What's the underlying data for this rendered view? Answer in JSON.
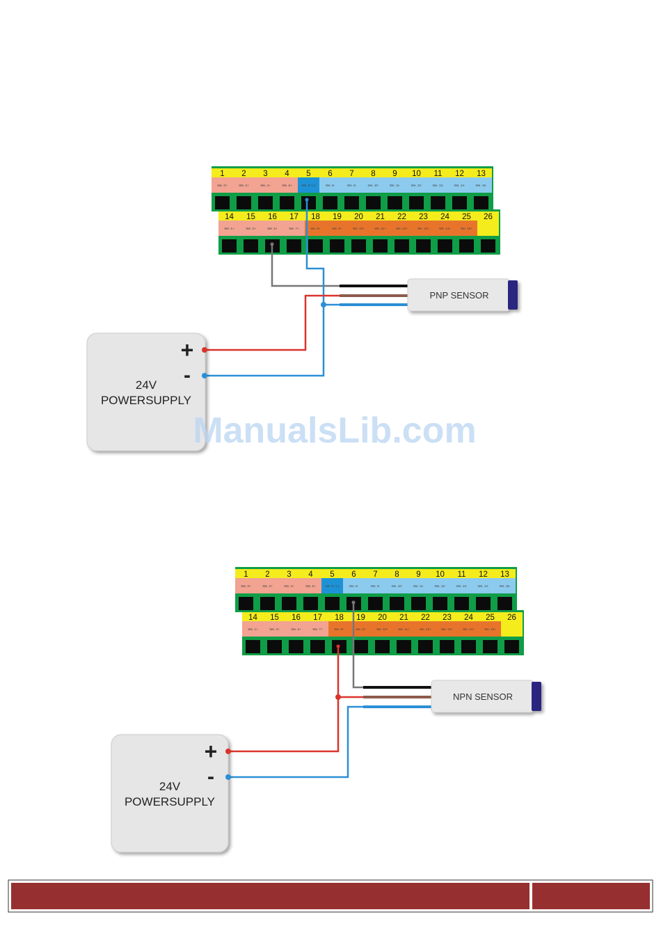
{
  "diagrams": [
    {
      "sensor_label": "PNP SENSOR",
      "psu_line1": "24V",
      "psu_line2": "POWERSUPPLY",
      "plus_sign": "+",
      "minus_sign": "-"
    },
    {
      "sensor_label": "NPN SENSOR",
      "psu_line1": "24V",
      "psu_line2": "POWERSUPPLY",
      "plus_sign": "+",
      "minus_sign": "-"
    }
  ],
  "terminal_block": {
    "top_row": [
      {
        "num": "1",
        "label": "We. 0+",
        "color": "pink"
      },
      {
        "num": "2",
        "label": "We. 2+",
        "color": "pink"
      },
      {
        "num": "3",
        "label": "We. 4+",
        "color": "pink"
      },
      {
        "num": "4",
        "label": "We. 6+",
        "color": "pink"
      },
      {
        "num": "5",
        "label": "We. 0 / (-)",
        "color": "blue_dark"
      },
      {
        "num": "6",
        "label": "We. 8-",
        "color": "blue"
      },
      {
        "num": "7",
        "label": "We. 9-",
        "color": "blue"
      },
      {
        "num": "8",
        "label": "We. 10-",
        "color": "blue"
      },
      {
        "num": "9",
        "label": "We. 11-",
        "color": "blue"
      },
      {
        "num": "10",
        "label": "We. 12-",
        "color": "blue"
      },
      {
        "num": "11",
        "label": "We. 13-",
        "color": "blue"
      },
      {
        "num": "12",
        "label": "We. 14-",
        "color": "blue"
      },
      {
        "num": "13",
        "label": "We. 15-",
        "color": "blue"
      }
    ],
    "bottom_row": [
      {
        "num": "14",
        "label": "We. 1+",
        "color": "pink"
      },
      {
        "num": "15",
        "label": "We. 3+",
        "color": "pink"
      },
      {
        "num": "16",
        "label": "We. 5+",
        "color": "pink"
      },
      {
        "num": "17",
        "label": "We. 7+",
        "color": "pink"
      },
      {
        "num": "18",
        "label": "We. 8+",
        "color": "orange"
      },
      {
        "num": "19",
        "label": "We. 9+",
        "color": "orange"
      },
      {
        "num": "20",
        "label": "We. 10+",
        "color": "orange"
      },
      {
        "num": "21",
        "label": "We. 11+",
        "color": "orange"
      },
      {
        "num": "22",
        "label": "We. 12+",
        "color": "orange"
      },
      {
        "num": "23",
        "label": "We. 13+",
        "color": "orange"
      },
      {
        "num": "24",
        "label": "We. 14+",
        "color": "orange"
      },
      {
        "num": "25",
        "label": "We. 15+",
        "color": "orange"
      },
      {
        "num": "26",
        "label": "",
        "color": "yellow"
      }
    ]
  },
  "watermark": "ManualsLib.com",
  "colors": {
    "yellow": "#f4ec1c",
    "pink": "#f2a391",
    "blue": "#8ccbee",
    "blue_dark": "#1e92d6",
    "orange": "#e8742c",
    "green": "#0f9d47",
    "wire_red": "#d9342b",
    "wire_blue": "#2b8fd6",
    "wire_brown": "#8e5b4c",
    "wire_grey": "#777777",
    "wire_black": "#111111",
    "psu_fill": "#e6e6e6",
    "sensor_cap": "#2b2580",
    "footer": "#963030"
  }
}
